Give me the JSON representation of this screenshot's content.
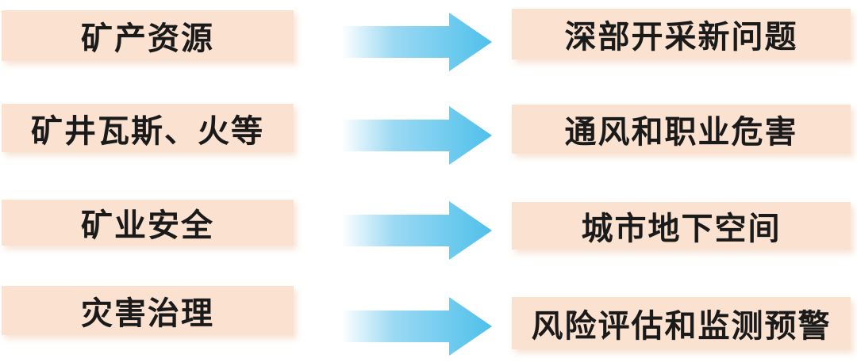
{
  "diagram": {
    "description": "mining-topics-mapping-diagram",
    "colors": {
      "background": "#FFFFFF",
      "box_fill": "#FAE1D0",
      "text": "#1A1A1A",
      "arrow_tail": "#FFFFFF",
      "arrow_mid": "#9BD9F3",
      "arrow_tip": "#4FC0EA"
    },
    "rows": [
      {
        "left": "矿产资源",
        "right": "深部开采新问题"
      },
      {
        "left": "矿井瓦斯、火等",
        "right": "通风和职业危害"
      },
      {
        "left": "矿业安全",
        "right": "城市地下空间"
      },
      {
        "left": "灾害治理",
        "right": "风险评估和监测预警"
      }
    ]
  }
}
